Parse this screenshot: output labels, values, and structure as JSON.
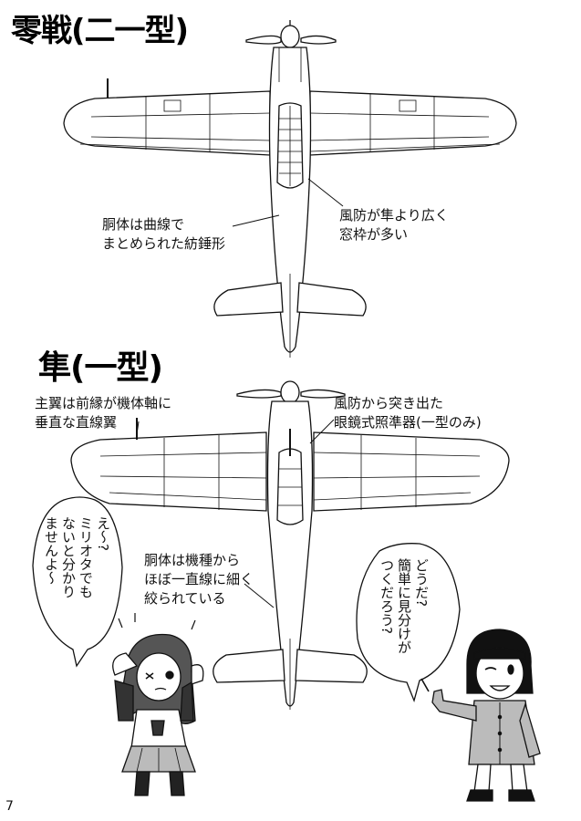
{
  "titles": {
    "zero": "零戦(二一型)",
    "hayabusa": "隼(一型)"
  },
  "notes": {
    "fuselage_zero": [
      "胴体は曲線で",
      "まとめられた紡錘形"
    ],
    "canopy_zero": [
      "風防が隼より広く",
      "窓枠が多い"
    ],
    "wing_hayabusa": [
      "主翼は前縁が機体軸に",
      "垂直な直線翼"
    ],
    "sight_hayabusa": [
      "風防から突き出た",
      "眼鏡式照準器(一型のみ)"
    ],
    "fuselage_hayabusa": [
      "胴体は機種から",
      "ほぼ一直線に細く",
      "絞られている"
    ]
  },
  "speech": {
    "left": [
      "え〜?",
      "ミリオタでも",
      "ないと分かり",
      "ませんよ〜"
    ],
    "right": [
      "どうだ?",
      "簡単に見分けが",
      "つくだろう?"
    ]
  },
  "page_number": "7"
}
